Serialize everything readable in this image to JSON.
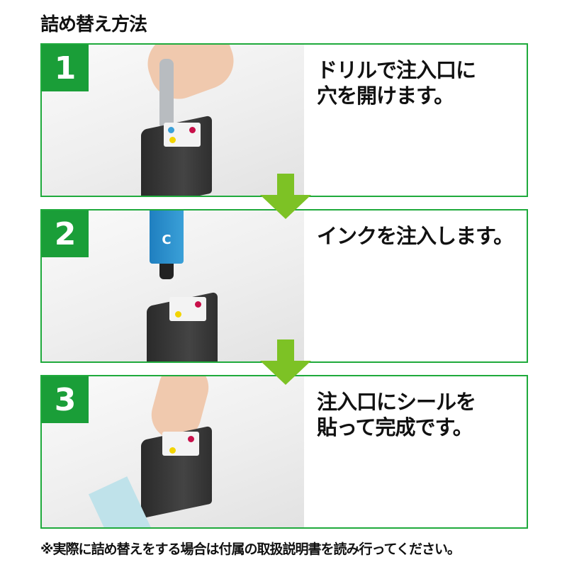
{
  "title": "詰め替え方法",
  "steps": [
    {
      "number": "1",
      "text": "ドリルで注入口に\n穴を開けます。"
    },
    {
      "number": "2",
      "text": "インクを注入します。"
    },
    {
      "number": "3",
      "text": "注入口にシールを\n貼って完成です。"
    }
  ],
  "bottle_label": "C",
  "footer_note": "※実際に詰め替えをする場合は付属の取扱説明書を読み行ってください。",
  "colors": {
    "frame_green": "#1faa3c",
    "number_green": "#1a9e38",
    "arrow_green": "#7dc225"
  }
}
